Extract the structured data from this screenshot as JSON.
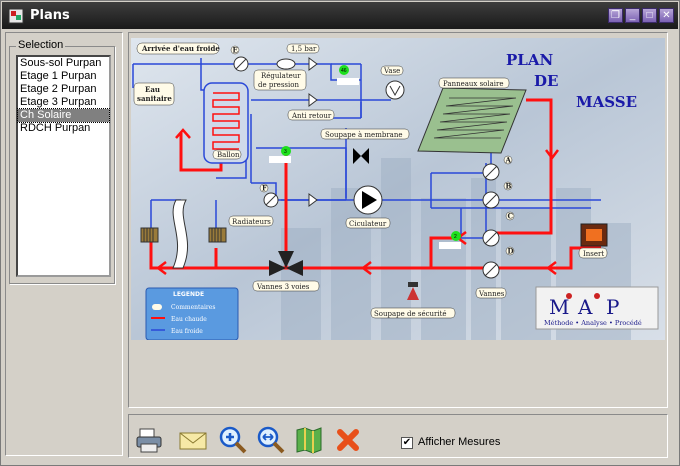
{
  "window": {
    "title": "Plans"
  },
  "selection": {
    "legend": "Selection",
    "items": [
      "Sous-sol Purpan",
      "Etage 1 Purpan",
      "Etage 2 Purpan",
      "Etage 3 Purpan",
      "Ch Solaire",
      "RDCH Purpan"
    ],
    "selected_index": 4
  },
  "diagram": {
    "title_lines": [
      "PLAN",
      "DE",
      "MASSE"
    ],
    "labels": {
      "arrivee": "Arrivée d'eau froide",
      "eau_sanitaire_1": "Eau",
      "eau_sanitaire_2": "sanitaire",
      "bar": "1,5 bar",
      "regulateur_1": "Régulateur",
      "regulateur_2": "de pression",
      "anti_retour": "Anti retour",
      "vase": "Vase",
      "panneaux": "Panneaux solaire",
      "soupape_membrane": "Soupape à membrane",
      "ballon": "Ballon",
      "ciculateur": "Ciculateur",
      "radiateurs": "Radiateurs",
      "vanne3": "Vannes 3 voies",
      "soupape_securite": "Soupape de sécurité",
      "vannes": "Vannes",
      "insert": "Insert",
      "letter_e": "E",
      "letter_f": "F",
      "letter_a": "A",
      "letter_b": "B",
      "letter_c": "C",
      "letter_d": "D"
    },
    "sensors": [
      "46",
      "3",
      "2"
    ],
    "legend": {
      "title": "LEGENDE",
      "items": [
        "Commentaires",
        "Eau chaude",
        "Eau froide"
      ]
    },
    "logo_text": "Méthode • Analyse • Procédé",
    "colors": {
      "hot": "#ff1010",
      "cold": "#2244dd",
      "legend_bg": "#5a9ae0"
    }
  },
  "toolbar": {
    "buttons": [
      "printer-icon",
      "mail-icon",
      "zoom-in-icon",
      "zoom-fit-icon",
      "map-icon",
      "close-icon"
    ],
    "checkbox_label": "Afficher Mesures",
    "checkbox_checked": true
  }
}
